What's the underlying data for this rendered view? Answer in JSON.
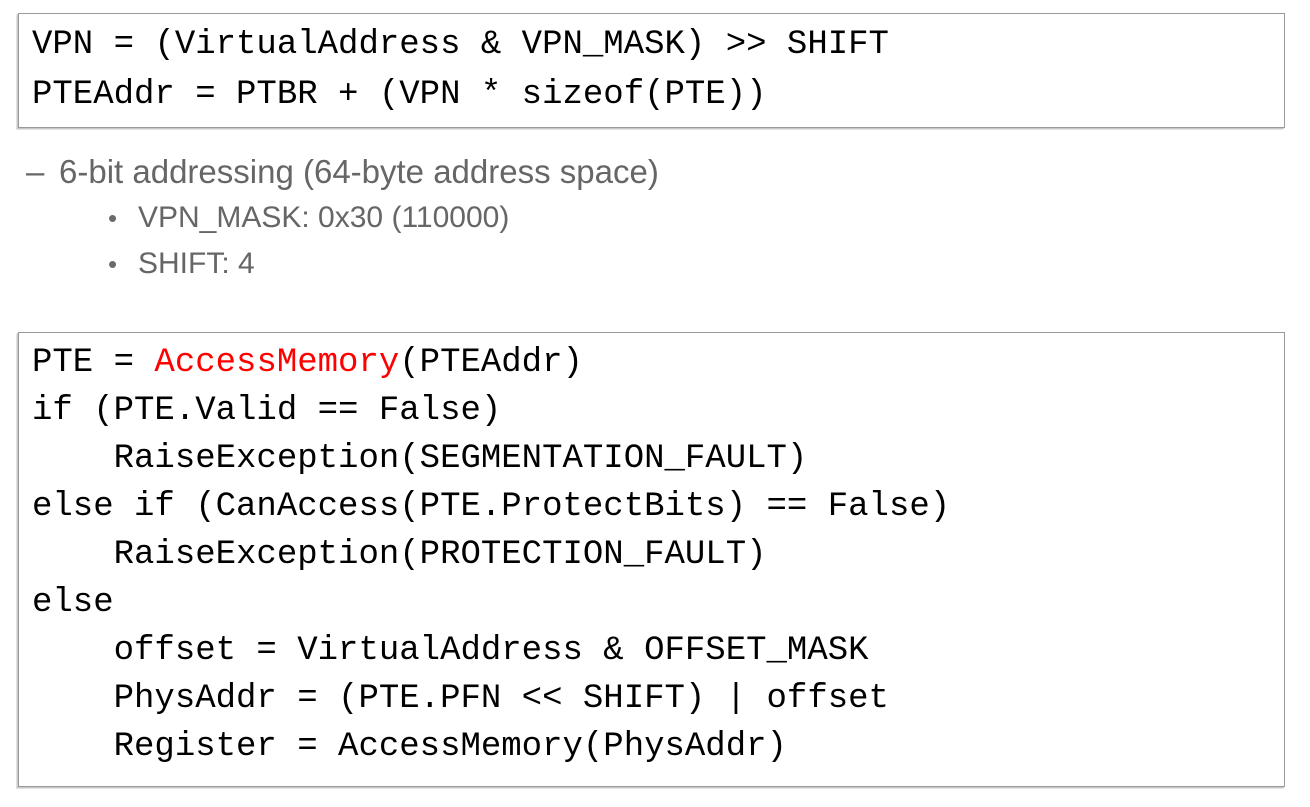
{
  "slide": {
    "background_color": "#ffffff",
    "code_text_color": "#000000",
    "bullet_text_color": "#666666",
    "highlight_color": "#FF0000",
    "box_border_color": "#9a9a9a"
  },
  "code_box_1": {
    "name": "vpn-computation-code",
    "lines": [
      {
        "text": "VPN = (VirtualAddress & VPN_MASK) >> SHIFT"
      },
      {
        "text": "PTEAddr = PTBR + (VPN * sizeof(PTE))"
      }
    ]
  },
  "bullets": {
    "level1": {
      "marker": "–",
      "label": "6-bit addressing (64-byte address space)"
    },
    "level2": [
      {
        "marker": "•",
        "label": "VPN_MASK: 0x30 (110000)"
      },
      {
        "marker": "•",
        "label": "SHIFT: 4"
      }
    ]
  },
  "code_box_2": {
    "name": "address-translation-code",
    "lines": [
      {
        "pre": "PTE = ",
        "highlight": "AccessMemory",
        "post": "(PTEAddr)"
      },
      {
        "text": "if (PTE.Valid == False)"
      },
      {
        "text": "    RaiseException(SEGMENTATION_FAULT)"
      },
      {
        "text": "else if (CanAccess(PTE.ProtectBits) == False)"
      },
      {
        "text": "    RaiseException(PROTECTION_FAULT)"
      },
      {
        "text": "else"
      },
      {
        "text": "    offset = VirtualAddress & OFFSET_MASK"
      },
      {
        "text": "    PhysAddr = (PTE.PFN << SHIFT) | offset"
      },
      {
        "text": "    Register = AccessMemory(PhysAddr)"
      }
    ]
  }
}
